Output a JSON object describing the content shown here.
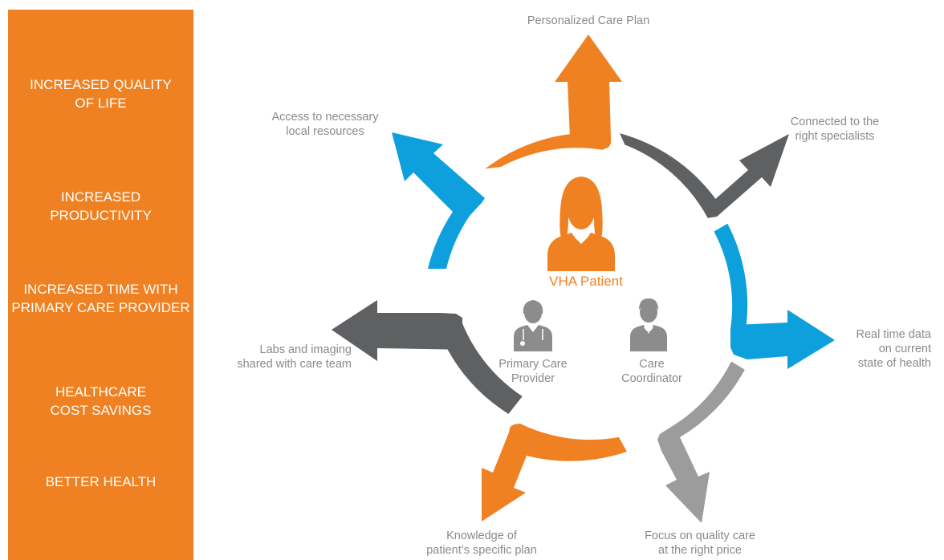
{
  "benefits": [
    "INCREASED QUALITY\nOF LIFE",
    "INCREASED\nPRODUCTIVITY",
    "INCREASED TIME WITH\nPRIMARY CARE PROVIDER",
    "HEALTHCARE\nCOST SAVINGS",
    "BETTER HEALTH"
  ],
  "center": {
    "patient": "VHA Patient",
    "primary_care": "Primary Care\nProvider",
    "coordinator": "Care\nCoordinator"
  },
  "outcomes": {
    "top": "Personalized Care Plan",
    "top_right": "Connected to the\nright specialists",
    "right": "Real time data\non current\nstate of health",
    "bottom_right": "Focus on quality care\nat the right  price",
    "bottom_left": "Knowledge of\npatient’s specific plan",
    "left": "Labs and imaging\nshared with care team",
    "top_left": "Access to necessary\nlocal resources"
  },
  "colors": {
    "orange": "#f08122",
    "dark_gray": "#5f6062",
    "light_gray": "#9c9c9c",
    "blue": "#0ea0dc",
    "label_gray": "#8a8a8a"
  },
  "icons": {
    "patient": "female-patient-icon",
    "primary_care": "doctor-icon",
    "coordinator": "coordinator-icon"
  }
}
